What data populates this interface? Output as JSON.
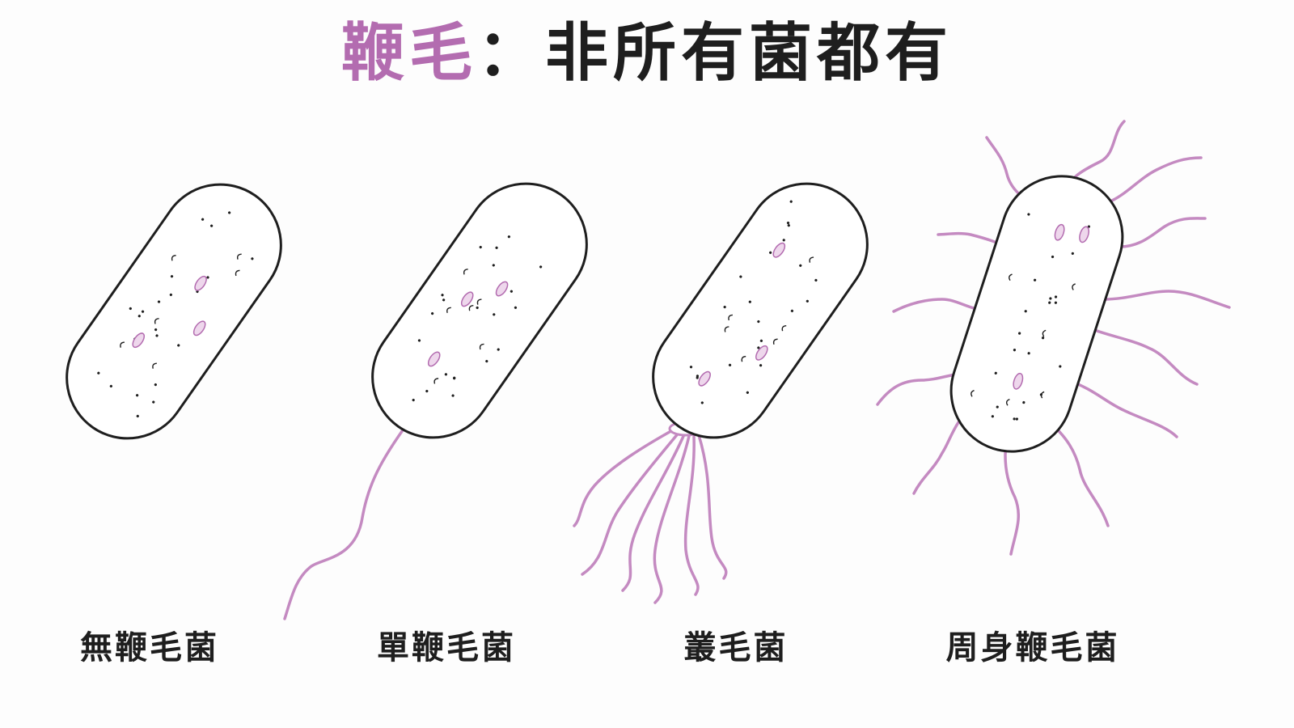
{
  "title": {
    "highlight": "鞭毛",
    "rest": "：非所有菌都有"
  },
  "colors": {
    "accent": "#b36cb0",
    "flagellum": "#c48ac1",
    "outline": "#1e1e1e",
    "cell_fill": "#ffffff",
    "text": "#1e1e1e"
  },
  "bacteria": [
    {
      "label": "無鞭毛菌",
      "flagella_type": "none"
    },
    {
      "label": "單鞭毛菌",
      "flagella_type": "monotrichous"
    },
    {
      "label": "叢毛菌",
      "flagella_type": "lophotrichous"
    },
    {
      "label": "周身鞭毛菌",
      "flagella_type": "peritrichous"
    }
  ]
}
